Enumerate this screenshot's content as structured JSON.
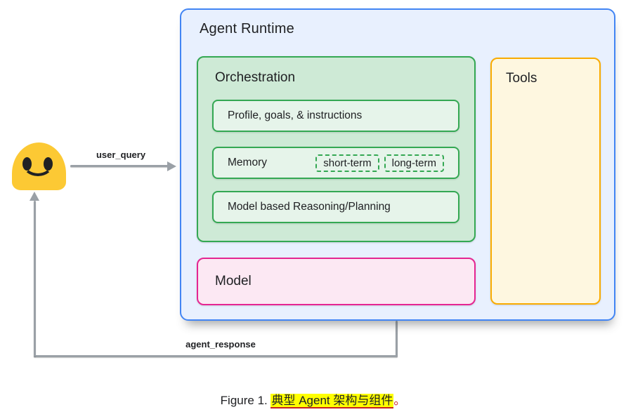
{
  "figure": {
    "agent_runtime_title": "Agent Runtime",
    "orchestration_title": "Orchestration",
    "boxes": {
      "profile": "Profile, goals, & instructions",
      "memory": "Memory",
      "memory_chips": [
        "short-term",
        "long-term"
      ],
      "reasoning": "Model based Reasoning/Planning"
    },
    "model_title": "Model",
    "tools_title": "Tools",
    "arrows": {
      "user_query": "user_query",
      "agent_response": "agent_response"
    },
    "user_icon": "smiling-user-emoji"
  },
  "caption": {
    "prefix": "Figure 1. ",
    "highlight": "典型 Agent 架构与组件",
    "period": "。"
  },
  "colors": {
    "runtime_border": "#4285f4",
    "runtime_fill": "#e8f0fe",
    "orchestration_border": "#34a853",
    "orchestration_fill": "#ceead6",
    "inner_box_fill": "#e6f4ea",
    "model_border": "#e52592",
    "model_fill": "#fce8f3",
    "tools_border": "#f9ab00",
    "tools_fill": "#fef7e0",
    "arrow": "#9aa0a6",
    "emoji": "#fcc934",
    "highlight": "#ffff00",
    "caption_accent": "#c5221f"
  }
}
